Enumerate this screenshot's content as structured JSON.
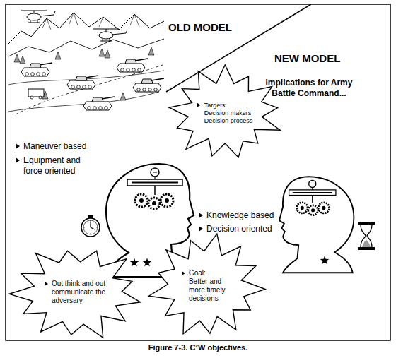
{
  "diagram": {
    "caption": "Figure 7-3. C²W objectives.",
    "nodes": [
      {
        "text": [
          "Targets:",
          "Decision makers",
          "Decision process"
        ]
      },
      {
        "text": [
          "Out think and out communicate the adversary"
        ]
      },
      {
        "text": [
          "Goal:",
          "Better and more timely decisions"
        ]
      }
    ],
    "labels": [
      "OLD MODEL",
      "NEW MODEL",
      "Implications for Army Battle Command...",
      "Maneuver based",
      "Equipment and force oriented",
      "Knowledge based",
      "Decision oriented"
    ]
  }
}
